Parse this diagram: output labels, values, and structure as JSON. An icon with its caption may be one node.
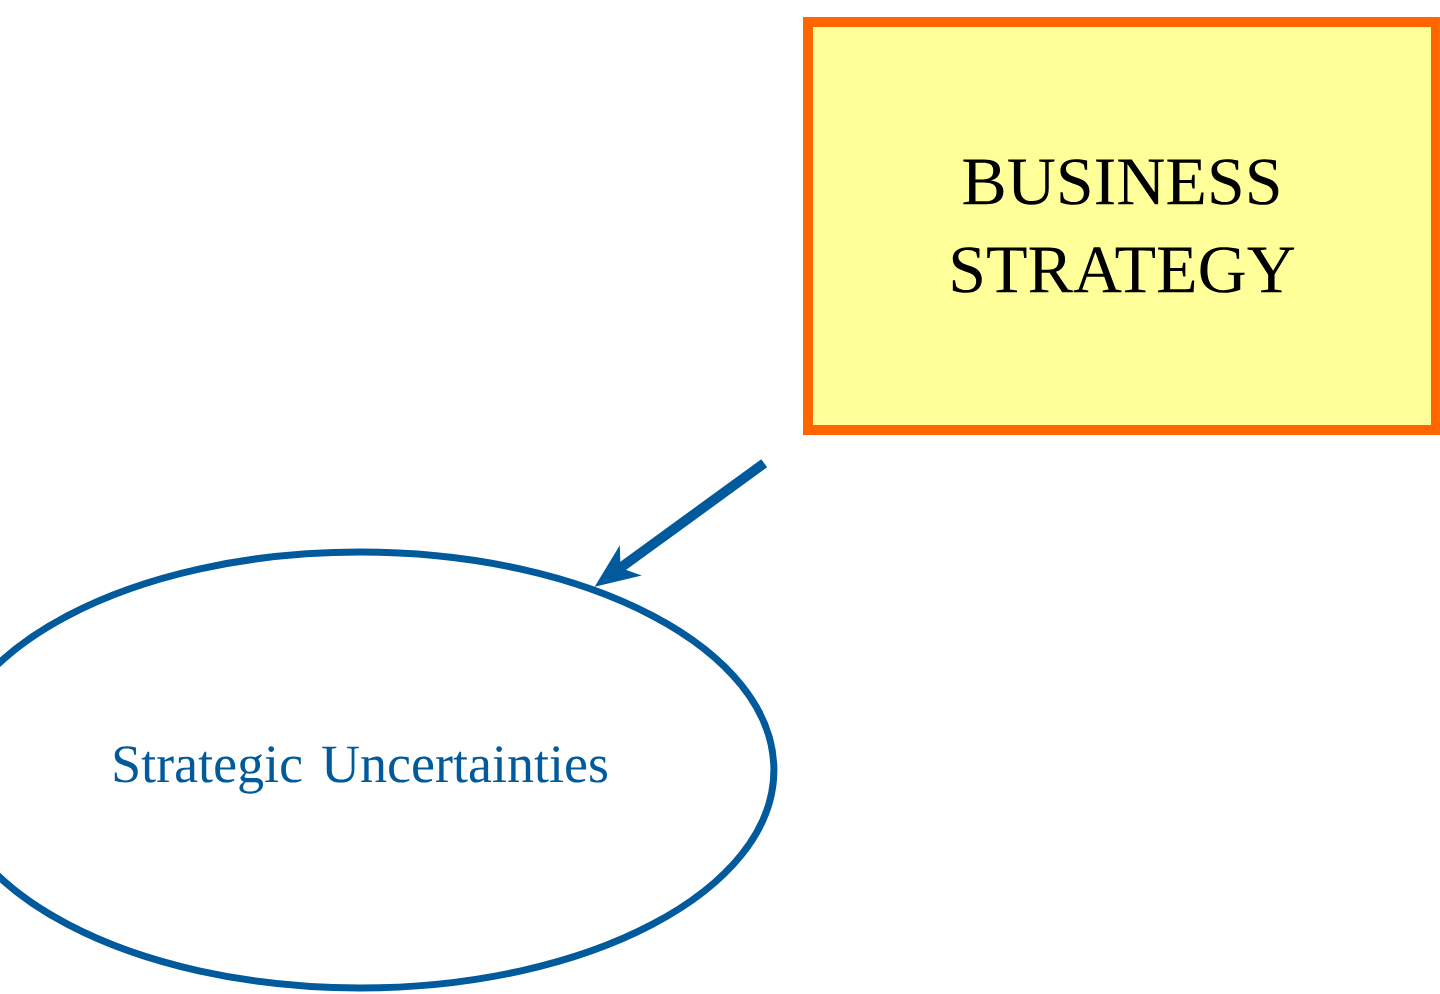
{
  "diagram": {
    "nodes": [
      {
        "text": [
          "BUSINESS STRATEGY"
        ]
      },
      {
        "text": [
          "Strategic Uncertainties"
        ]
      }
    ],
    "edges": [
      {
        "from": 0,
        "to": 1,
        "arrow": "to"
      }
    ]
  }
}
